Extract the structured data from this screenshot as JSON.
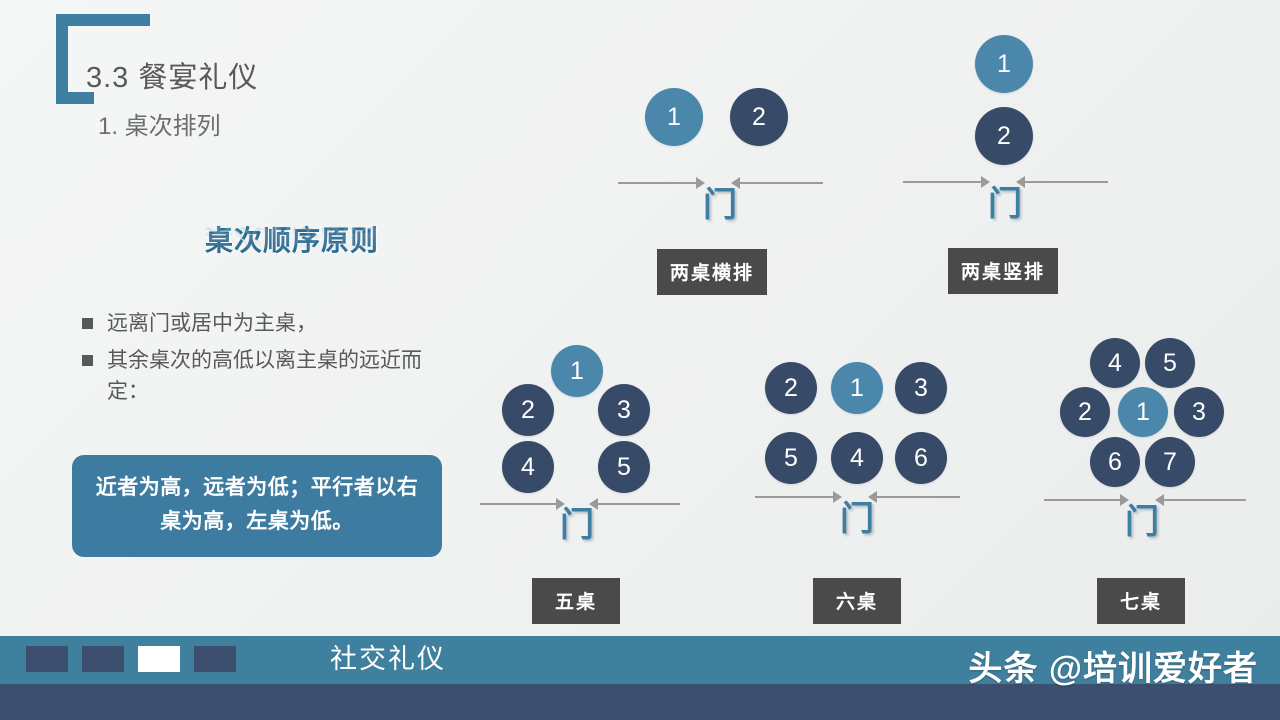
{
  "slide": {
    "section_number": "3.3  餐宴礼仪",
    "section_subtitle": "1. 桌次排列",
    "principle_title": "桌次顺序原则",
    "bullets": [
      "远离门或居中为主桌，",
      "其余桌次的高低以离主桌的远近而定："
    ],
    "callout": "近者为高，远者为低；平行者以右桌为高，左桌为低。",
    "door_label": "门"
  },
  "colors": {
    "primary_circle": "#4a87ab",
    "normal_circle": "#374b68",
    "accent": "#3f7ea3",
    "callout_bg": "#3d7ca0",
    "caption_bg": "#4a4a4a",
    "footer_band": "#40809f",
    "footer_strip": "#3c4f6e"
  },
  "diagrams": [
    {
      "id": "two-horizontal",
      "caption": "两桌横排",
      "seats": [
        {
          "label": "1",
          "kind": "primary"
        },
        {
          "label": "2",
          "kind": "normal"
        }
      ]
    },
    {
      "id": "two-vertical",
      "caption": "两桌竖排",
      "seats": [
        {
          "label": "1",
          "kind": "primary"
        },
        {
          "label": "2",
          "kind": "normal"
        }
      ]
    },
    {
      "id": "five-tables",
      "caption": "五桌",
      "seats": [
        {
          "label": "1",
          "kind": "primary"
        },
        {
          "label": "2",
          "kind": "normal"
        },
        {
          "label": "3",
          "kind": "normal"
        },
        {
          "label": "4",
          "kind": "normal"
        },
        {
          "label": "5",
          "kind": "normal"
        }
      ]
    },
    {
      "id": "six-tables",
      "caption": "六桌",
      "seats": [
        {
          "label": "2",
          "kind": "normal"
        },
        {
          "label": "1",
          "kind": "primary"
        },
        {
          "label": "3",
          "kind": "normal"
        },
        {
          "label": "5",
          "kind": "normal"
        },
        {
          "label": "4",
          "kind": "normal"
        },
        {
          "label": "6",
          "kind": "normal"
        }
      ]
    },
    {
      "id": "seven-tables",
      "caption": "七桌",
      "seats": [
        {
          "label": "4",
          "kind": "normal"
        },
        {
          "label": "5",
          "kind": "normal"
        },
        {
          "label": "2",
          "kind": "normal"
        },
        {
          "label": "1",
          "kind": "primary"
        },
        {
          "label": "3",
          "kind": "normal"
        },
        {
          "label": "6",
          "kind": "normal"
        },
        {
          "label": "7",
          "kind": "normal"
        }
      ]
    }
  ],
  "footer": {
    "title": "社交礼仪",
    "squares": [
      "inactive",
      "inactive",
      "active",
      "inactive"
    ],
    "watermark": "头条 @培训爱好者"
  }
}
